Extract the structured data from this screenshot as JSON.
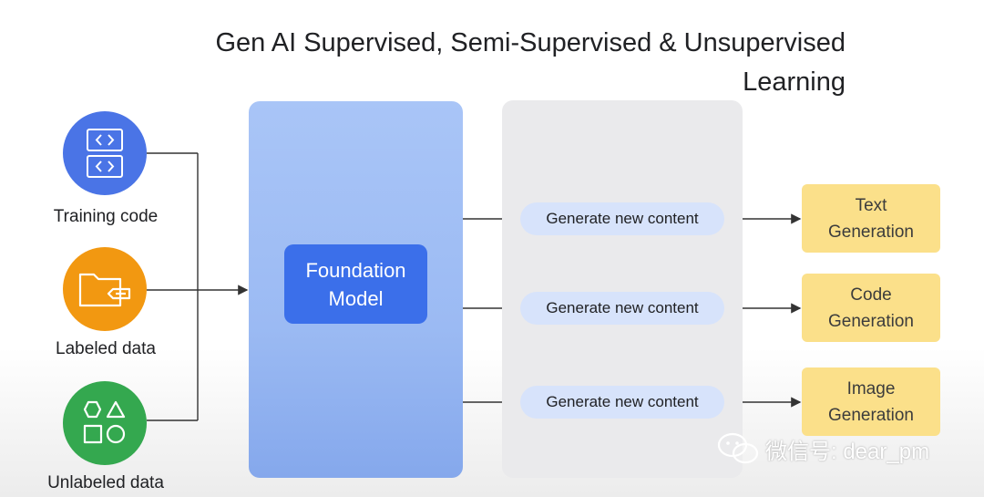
{
  "title": "Gen AI Supervised, Semi-Supervised & Unsupervised Learning",
  "sources": [
    {
      "label": "Training code",
      "icon": "code-brackets-icon",
      "color": "#4a74e6"
    },
    {
      "label": "Labeled data",
      "icon": "folder-icon",
      "color": "#f29811"
    },
    {
      "label": "Unlabeled data",
      "icon": "shapes-icon",
      "color": "#34a84f"
    }
  ],
  "model": {
    "line1": "Foundation",
    "line2": "Model",
    "color": "#3b6fea"
  },
  "steps": [
    {
      "label": "Generate new content"
    },
    {
      "label": "Generate new content"
    },
    {
      "label": "Generate new content"
    }
  ],
  "outputs": [
    {
      "line1": "Text",
      "line2": "Generation"
    },
    {
      "line1": "Code",
      "line2": "Generation"
    },
    {
      "line1": "Image",
      "line2": "Generation"
    }
  ],
  "watermark": {
    "text": "微信号: dear_pm"
  },
  "colors": {
    "output_fill": "#fbe08a",
    "pill_fill": "#d7e3fb",
    "panel_blue": "#a9c5f7",
    "panel_gray": "#eaeaec"
  }
}
